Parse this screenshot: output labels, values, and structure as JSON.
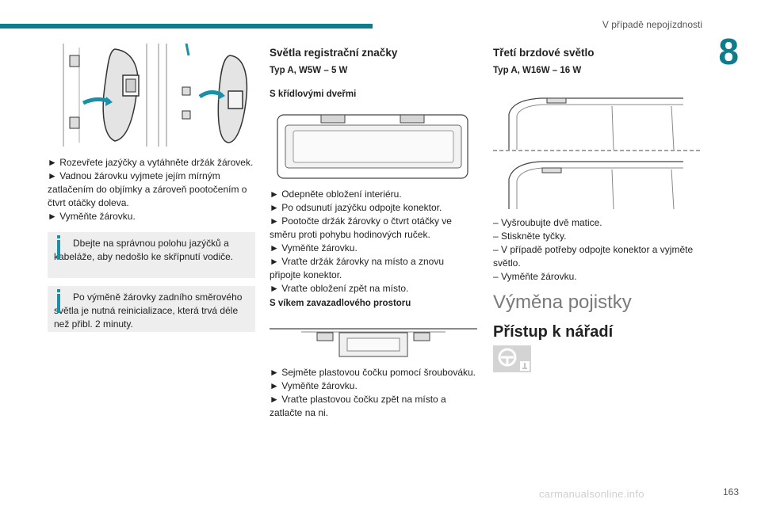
{
  "header": {
    "section_title": "V případě nepojízdnosti",
    "chapter_number": "8",
    "accent_color": "#0f7c8c"
  },
  "col1": {
    "instructions": [
      "► Rozevřete jazýčky a vytáhněte držák žárovek.",
      "► Vadnou žárovku vyjmete jejím mírným zatlačením do objímky a zároveň pootočením o čtvrt otáčky doleva.",
      "► Vyměňte žárovku."
    ],
    "info1": "Dbejte na správnou polohu jazýčků a kabeláže, aby nedošlo ke skřípnutí vodiče.",
    "info2": "Po výměně žárovky zadního směrového světla je nutná reinicializace, která trvá déle než přibl. 2 minuty."
  },
  "col2": {
    "title": "Světla registrační značky",
    "type": "Typ A, W5W – 5 W",
    "sub1": "S křídlovými dveřmi",
    "steps1": [
      "► Odepněte obložení interiéru.",
      "► Po odsunutí jazýčku odpojte konektor.",
      "► Pootočte držák žárovky o čtvrt otáčky ve směru proti pohybu hodinových ruček.",
      "► Vyměňte žárovku.",
      "► Vraťte držák žárovky na místo a znovu připojte konektor.",
      "► Vraťte obložení zpět na místo."
    ],
    "sub2": "S víkem zavazadlového prostoru",
    "steps2": [
      "► Sejměte plastovou čočku pomocí šroubováku.",
      "► Vyměňte žárovku.",
      "► Vraťte plastovou čočku zpět na místo a zatlačte na ni."
    ]
  },
  "col3": {
    "title": "Třetí brzdové světlo",
    "type": "Typ A, W16W – 16 W",
    "steps": [
      "– Vyšroubujte dvě matice.",
      "– Stiskněte tyčky.",
      "– V případě potřeby odpojte konektor a vyjměte světlo.",
      "– Vyměňte žárovku."
    ],
    "section_heading": "Výměna pojistky",
    "section_subheading": "Přístup k nářadí"
  },
  "footer": {
    "page_number": "163",
    "watermark": "carmanualsonline.info"
  }
}
